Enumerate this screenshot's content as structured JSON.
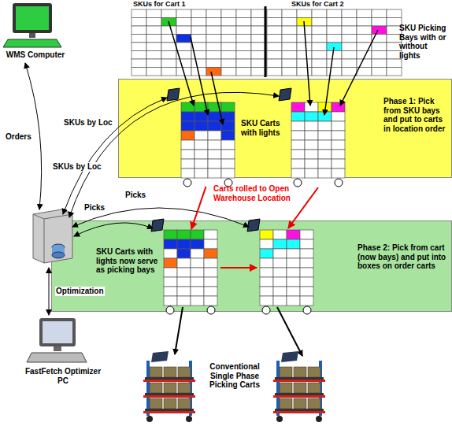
{
  "diagram": {
    "nodes": [
      {
        "text": [
          "WMS Computer"
        ]
      },
      {
        "text": [
          "SKUs for Cart 1",
          "SKUs for Cart 2",
          "SKU Picking Bays with or without lights"
        ]
      },
      {
        "text": [
          "Phase 1: Pick from SKU bays and put to carts in location order"
        ]
      },
      {
        "text": [
          "SKU Carts with lights"
        ],
        "in": 2
      },
      {
        "text": [
          "Phase 2: Pick from cart (now bays) and put into boxes on order carts"
        ]
      },
      {
        "text": [
          "SKU Carts with lights now serve as picking bays"
        ],
        "in": 4
      },
      {
        "text": [
          "FastFetch Optimizer PC"
        ]
      },
      {
        "text": [
          "Conventional Single Phase Picking Carts"
        ]
      }
    ],
    "edges": [
      {
        "from": 3,
        "to": 5,
        "arrow": "to"
      }
    ],
    "labels": [
      "Carts rolled to Open Warehouse Location",
      "Orders",
      "SKUs by Loc",
      "SKUs by Loc",
      "Picks",
      "Picks",
      "Optimization"
    ]
  }
}
